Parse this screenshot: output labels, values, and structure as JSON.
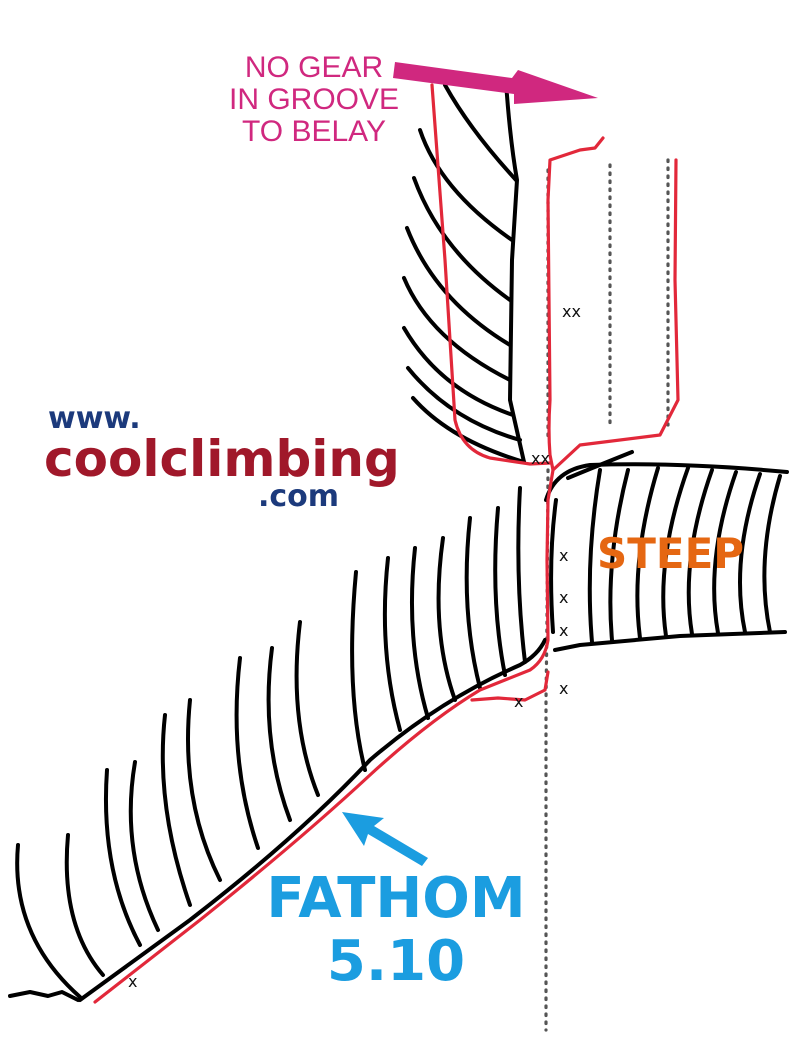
{
  "colors": {
    "route": "#e2283a",
    "rock": "#000000",
    "crack": "#555555",
    "note": "#d0287f",
    "route_label": "#1b9de0",
    "steep_label": "#e56712",
    "brand_www": "#1c3a7c",
    "brand_main": "#a0182a",
    "brand_com": "#1c3a7c"
  },
  "note": {
    "lines": [
      "NO GEAR",
      "IN GROOVE",
      "TO BELAY"
    ]
  },
  "brand": {
    "www": "www.",
    "main": "coolclimbing",
    "com": ".com"
  },
  "labels": {
    "steep": "STEEP",
    "route_name": "FATHOM",
    "route_grade": "5.10"
  },
  "marks": {
    "double": "xx",
    "single": "x"
  }
}
